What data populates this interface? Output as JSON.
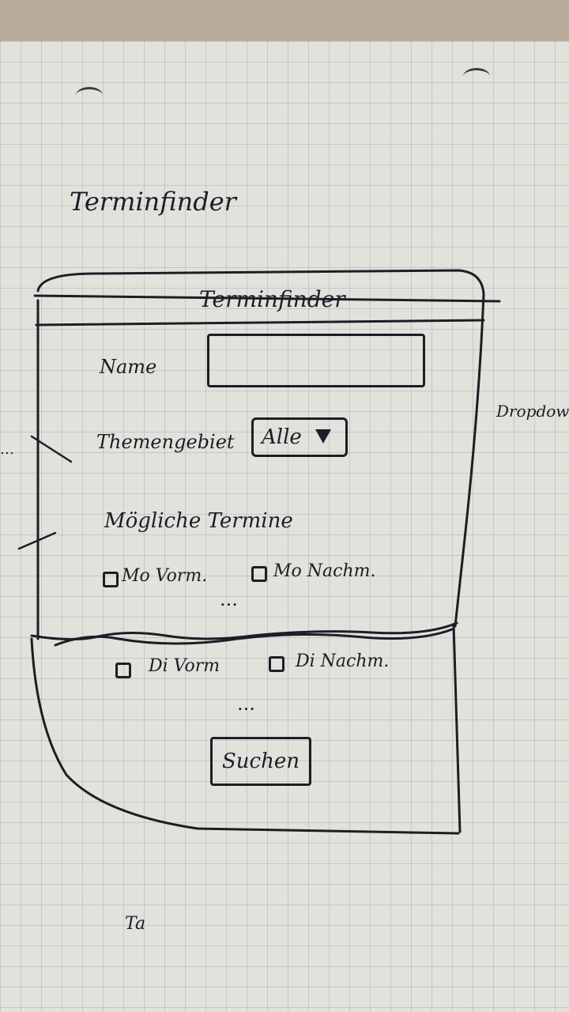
{
  "page_title": "Terminfinder",
  "window_title": "Terminfinder",
  "form": {
    "name_label": "Name",
    "name_value": "",
    "topic_label": "Themengebiet",
    "topic_selected": "Alle",
    "dates_label": "Mögliche Termine",
    "options": [
      {
        "label": "Mo Vorm."
      },
      {
        "label": "Mo Nachm."
      },
      {
        "label": "Di Vorm"
      },
      {
        "label": "Di Nachm."
      }
    ],
    "ellipsis": "...",
    "search_button": "Suchen"
  },
  "margin_notes": {
    "right": "Dropdown",
    "left": [
      "…"
    ]
  },
  "bottom_note": "Ta",
  "ink_color": "#1d1d26"
}
